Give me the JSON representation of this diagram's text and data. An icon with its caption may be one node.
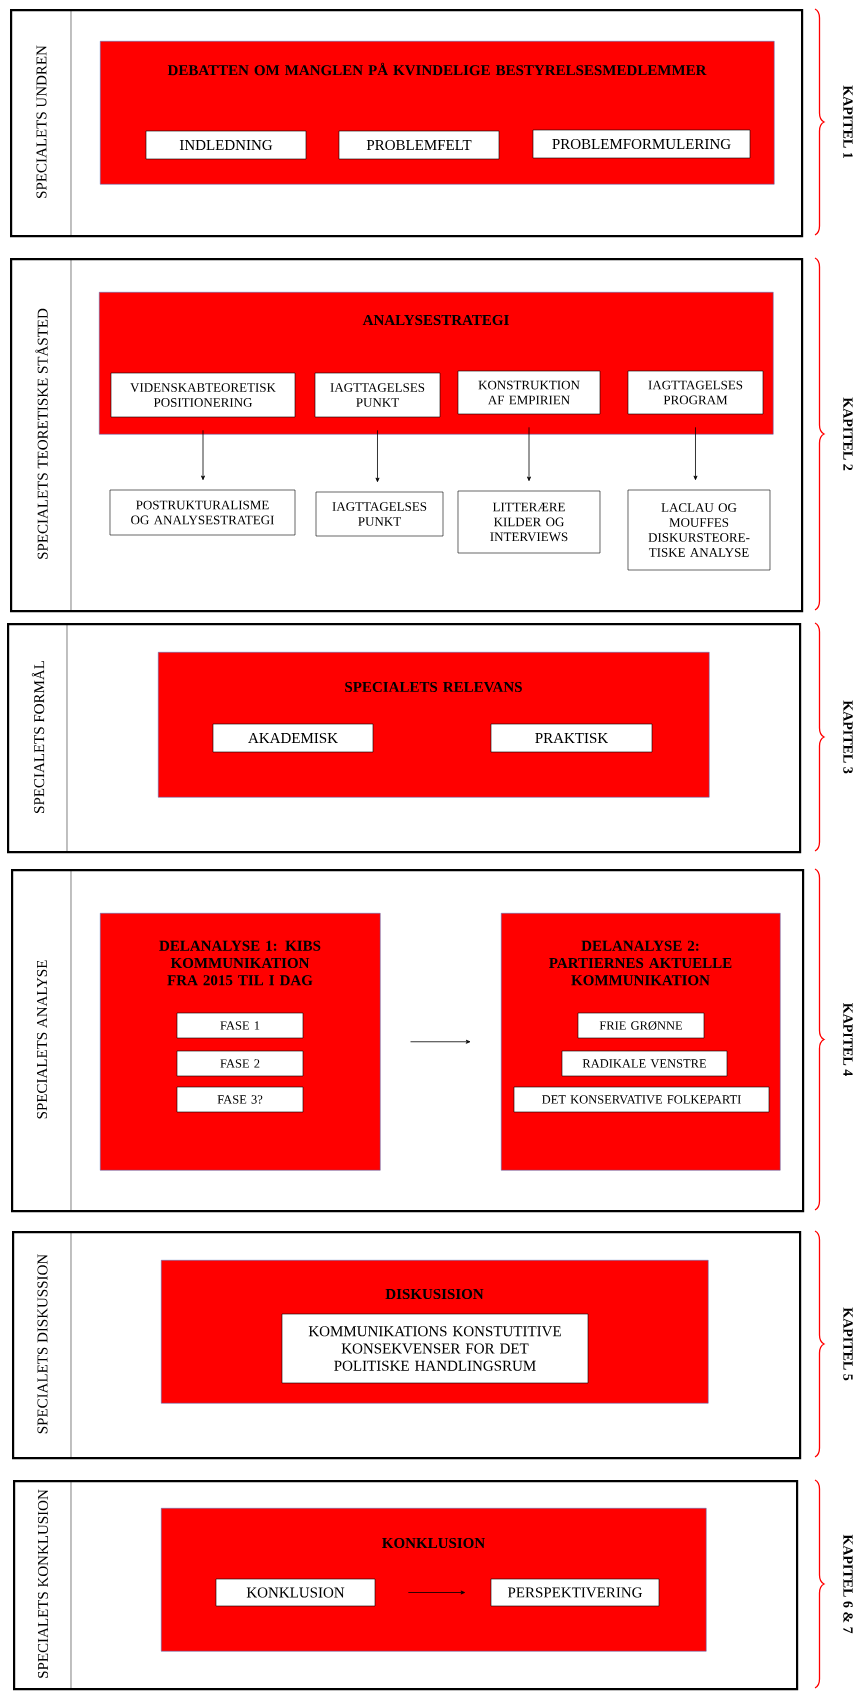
{
  "diagram": {
    "nodes": [
      {
        "text": [
          "SPECIALETS UNDREN"
        ],
        "beside": [
          "KAPITEL 1"
        ]
      },
      {
        "text": [
          "DEBATTEN OM MANGLEN PÅ KVINDELIGE BESTYRELSESMEDLEMMER"
        ],
        "in": 0
      },
      {
        "text": [
          "INDLEDNING"
        ],
        "in": 1
      },
      {
        "text": [
          "PROBLEMFELT"
        ],
        "in": 1
      },
      {
        "text": [
          "PROBLEMFORMULERING"
        ],
        "in": 1
      },
      {
        "text": [
          "SPECIALETS TEORETISKE STÅSTED"
        ],
        "beside": [
          "KAPITEL 2"
        ]
      },
      {
        "text": [
          "ANALYSESTRATEGI"
        ],
        "in": 5
      },
      {
        "text": [
          "VIDENSKABTEORETISK POSITIONERING"
        ],
        "in": 6
      },
      {
        "text": [
          "IAGTTAGELSES PUNKT"
        ],
        "in": 6
      },
      {
        "text": [
          "KONSTRUKTION AF EMPIRIEN"
        ],
        "in": 6
      },
      {
        "text": [
          "IAGTTAGELSES PROGRAM"
        ],
        "in": 6
      },
      {
        "text": [
          "POSTRUKTURALISME OG ANALYSESTRATEGI"
        ],
        "in": 5
      },
      {
        "text": [
          "IAGTTAGELSES PUNKT"
        ],
        "in": 5
      },
      {
        "text": [
          "LITTERÆRE KILDER OG INTERVIEWS"
        ],
        "in": 5
      },
      {
        "text": [
          "LACLAU OG MOUFFES DISKURSTEORE-TISKE ANALYSE"
        ],
        "in": 5
      },
      {
        "text": [
          "SPECIALETS FORMÅL"
        ],
        "beside": [
          "KAPITEL 3"
        ]
      },
      {
        "text": [
          "SPECIALETS RELEVANS"
        ],
        "in": 15
      },
      {
        "text": [
          "AKADEMISK"
        ],
        "in": 16
      },
      {
        "text": [
          "PRAKTISK"
        ],
        "in": 16
      },
      {
        "text": [
          "SPECIALETS ANALYSE"
        ],
        "beside": [
          "KAPITEL 4"
        ]
      },
      {
        "text": [
          "DELANALYSE 1: KIBS KOMMUNIKATION FRA 2015 TIL I DAG"
        ],
        "in": 19
      },
      {
        "text": [
          "FASE 1"
        ],
        "in": 20
      },
      {
        "text": [
          "FASE 2"
        ],
        "in": 20
      },
      {
        "text": [
          "FASE 3?"
        ],
        "in": 20
      },
      {
        "text": [
          "DELANALYSE 2: PARTIERNES AKTUELLE KOMMUNIKATION"
        ],
        "in": 19
      },
      {
        "text": [
          "FRIE GRØNNE"
        ],
        "in": 24
      },
      {
        "text": [
          "RADIKALE VENSTRE"
        ],
        "in": 24
      },
      {
        "text": [
          "DET KONSERVATIVE FOLKEPARTI"
        ],
        "in": 24
      },
      {
        "text": [
          "SPECIALETS DISKUSSION"
        ],
        "beside": [
          "KAPITEL 5"
        ]
      },
      {
        "text": [
          "DISKUSISION"
        ],
        "in": 28
      },
      {
        "text": [
          "KOMMUNIKATIONS KONSTUTITIVE KONSEKVENSER FOR DET POLITISKE HANDLINGSRUM"
        ],
        "in": 29
      },
      {
        "text": [
          "SPECIALETS KONKLUSION"
        ],
        "beside": [
          "KAPITEL 6 & 7"
        ]
      },
      {
        "text": [
          "KONKLUSION"
        ],
        "in": 31
      },
      {
        "text": [
          "KONKLUSION"
        ],
        "in": 32
      },
      {
        "text": [
          "PERSPEKTIVERING"
        ],
        "in": 32
      }
    ],
    "edges": [
      {
        "from": 7,
        "to": 11,
        "arrow": "to"
      },
      {
        "from": 8,
        "to": 12,
        "arrow": "to"
      },
      {
        "from": 9,
        "to": 13,
        "arrow": "to"
      },
      {
        "from": 10,
        "to": 14,
        "arrow": "to"
      },
      {
        "from": 20,
        "to": 24,
        "arrow": "to"
      },
      {
        "from": 33,
        "to": 34,
        "arrow": "to"
      }
    ]
  }
}
